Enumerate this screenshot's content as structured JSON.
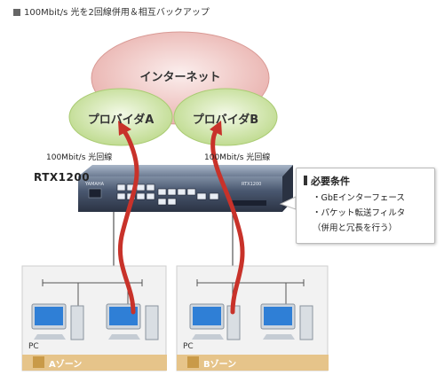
{
  "title": "100Mbit/s 光を2回線併用＆相互バックアップ",
  "nodes": {
    "internet": "インターネット",
    "provider_a": "プロバイダA",
    "provider_b": "プロバイダB"
  },
  "links": {
    "left_label": "100Mbit/s 光回線",
    "right_label": "100Mbit/s 光回線"
  },
  "router": {
    "name": "RTX1200",
    "brand_text": "YAMAHA",
    "model_text": "RTX1200"
  },
  "requirements": {
    "heading": "必要条件",
    "items": [
      "・GbEインターフェース",
      "・パケット転送フィルタ",
      "（併用と冗長を行う）"
    ]
  },
  "zones": [
    {
      "pc_label": "PC",
      "tab_label": "Aゾーン"
    },
    {
      "pc_label": "PC",
      "tab_label": "Bゾーン"
    }
  ],
  "colors": {
    "internet_fill": "#f2c9c6",
    "provider_fill": "#d9ecb4",
    "arrow": "#c8322a",
    "router_body": "#3d4a5c",
    "zone_tab": "#e6c48a"
  }
}
